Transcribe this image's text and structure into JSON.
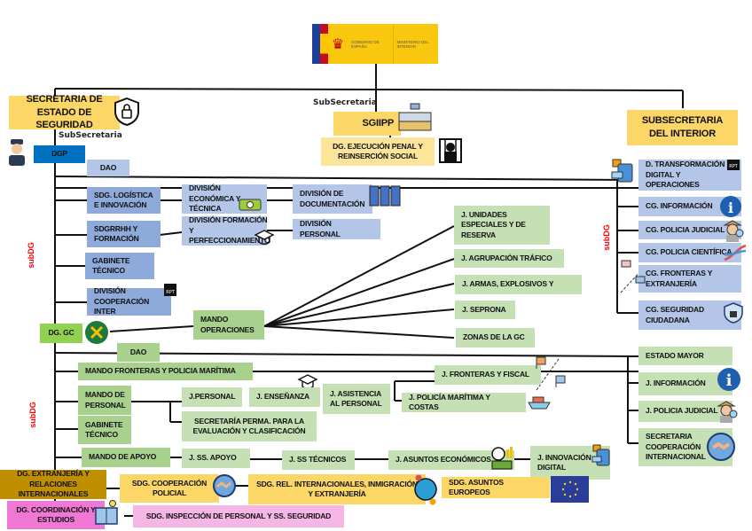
{
  "header": {
    "logo": {
      "line1": "GOBIERNO DE ESPAÑA",
      "line2": "MINISTERIO DEL INTERIOR"
    }
  },
  "labels": {
    "subsecretaria_left": "SubSecretaria",
    "subsecretaria_center": "SubSecretaria",
    "subdg_top": "subDG",
    "subdg_bottom": "subDG",
    "subdg_right": "subDG"
  },
  "ses": {
    "title": "SECRETARIA DE ESTADO DE SEGURIDAD",
    "dgp": "DGP",
    "dgp_children": [
      "DAO",
      "SDG. LOGÍSTICA E INNOVACIÓN",
      "SDGRRHH Y FORMACIÓN",
      "GABINETE TÉCNICO",
      "DIVISIÓN COOPERACIÓN INTER"
    ],
    "divisions": [
      "DIVISIÓN ECONÓMICA Y TÉCNICA",
      "DIVISIÓN FORMACIÓN Y PERFECCIONAMIENTO",
      "DIVISIÓN DE DOCUMENTACIÓN",
      "DIVISIÓN PERSONAL"
    ],
    "dggc": "DG. GC",
    "mando_operaciones": "MANDO OPERACIONES",
    "operaciones_children": [
      "J. UNIDADES ESPECIALES Y DE RESERVA",
      "J. AGRUPACIÓN TRÁFICO",
      "J. ARMAS, EXPLOSIVOS Y",
      "J. SEPRONA",
      "ZONAS DE LA GC"
    ],
    "gc_children": [
      "DAO",
      "MANDO FRONTERAS Y POLICIA MARÍTIMA",
      "MANDO DE PERSONAL",
      "GABINETE TÉCNICO",
      "MANDO DE APOYO"
    ],
    "personal_children": [
      "J.PERSONAL",
      "J. ENSEÑANZA",
      "J. ASISTENCIA AL PERSONAL",
      "SECRETARÍA PERMA. PARA LA EVALUACIÓN Y CLASIFICACIÓN"
    ],
    "fronteras_children": [
      "J. FRONTERAS Y FISCAL",
      "J. POLICÍA MARÍTIMA Y COSTAS"
    ],
    "apoyo_children": [
      "J. SS. APOYO",
      "J. SS TÉCNICOS",
      "J. ASUNTOS ECONÓMICOS",
      "J. INNOVACIÓN DIGITAL"
    ],
    "right_gc": [
      "ESTADO MAYOR",
      "J. INFORMACIÓN",
      "J. POLICIA JUDICIAL",
      "SECRETARIA COOPERACIÓN INTERNACIONAL"
    ]
  },
  "sgiipp": {
    "title": "SGIIPP",
    "child": "DG. EJECUCIÓN PENAL Y REINSERCIÓN SOCIAL"
  },
  "interior": {
    "title": "SUBSECRETARIA DEL INTERIOR",
    "children": [
      "D. TRANSFORMACIÓN DIGITAL Y OPERACIONES",
      "CG. INFORMACIÓN",
      "CG. POLICIA JUDICIAL",
      "CG. POLICIA CIENTÍFICA",
      "CG. FRONTERAS Y EXTRANJERÍA",
      "CG. SEGURIDAD CIUDADANA"
    ]
  },
  "bottom": {
    "dg_extranjeria": "DG. EXTRANJERÍA Y RELACIONES INTERNACIONALES",
    "sdg_cooperacion": "SDG. COOPERACIÓN POLICIAL",
    "sdg_rel_int": "SDG. REL. INTERNACIONALES, INMIGRACIÓN Y EXTRANJERÍA",
    "sdg_europeos": "SDG. ASUNTOS EUROPEOS",
    "dg_coordinacion": "DG. COORDINACIÓN Y ESTUDIOS",
    "sdg_inspeccion": "SDG. INSPECCIÓN DE PERSONAL Y  SS. SEGURIDAD"
  },
  "icons": {
    "rpt": "RPT",
    "info": "i"
  },
  "colors": {
    "yellow": "#fcd667",
    "blue": "#8eaadb",
    "light_blue": "#b4c6e7",
    "dgp_blue": "#0070c0",
    "green": "#a9d18e",
    "light_green": "#c5e0b4",
    "lime": "#92d050",
    "gold": "#bf8f00",
    "magenta": "#f078d4",
    "pink": "#f4b6e4",
    "subdg_red": "#ff0000"
  }
}
